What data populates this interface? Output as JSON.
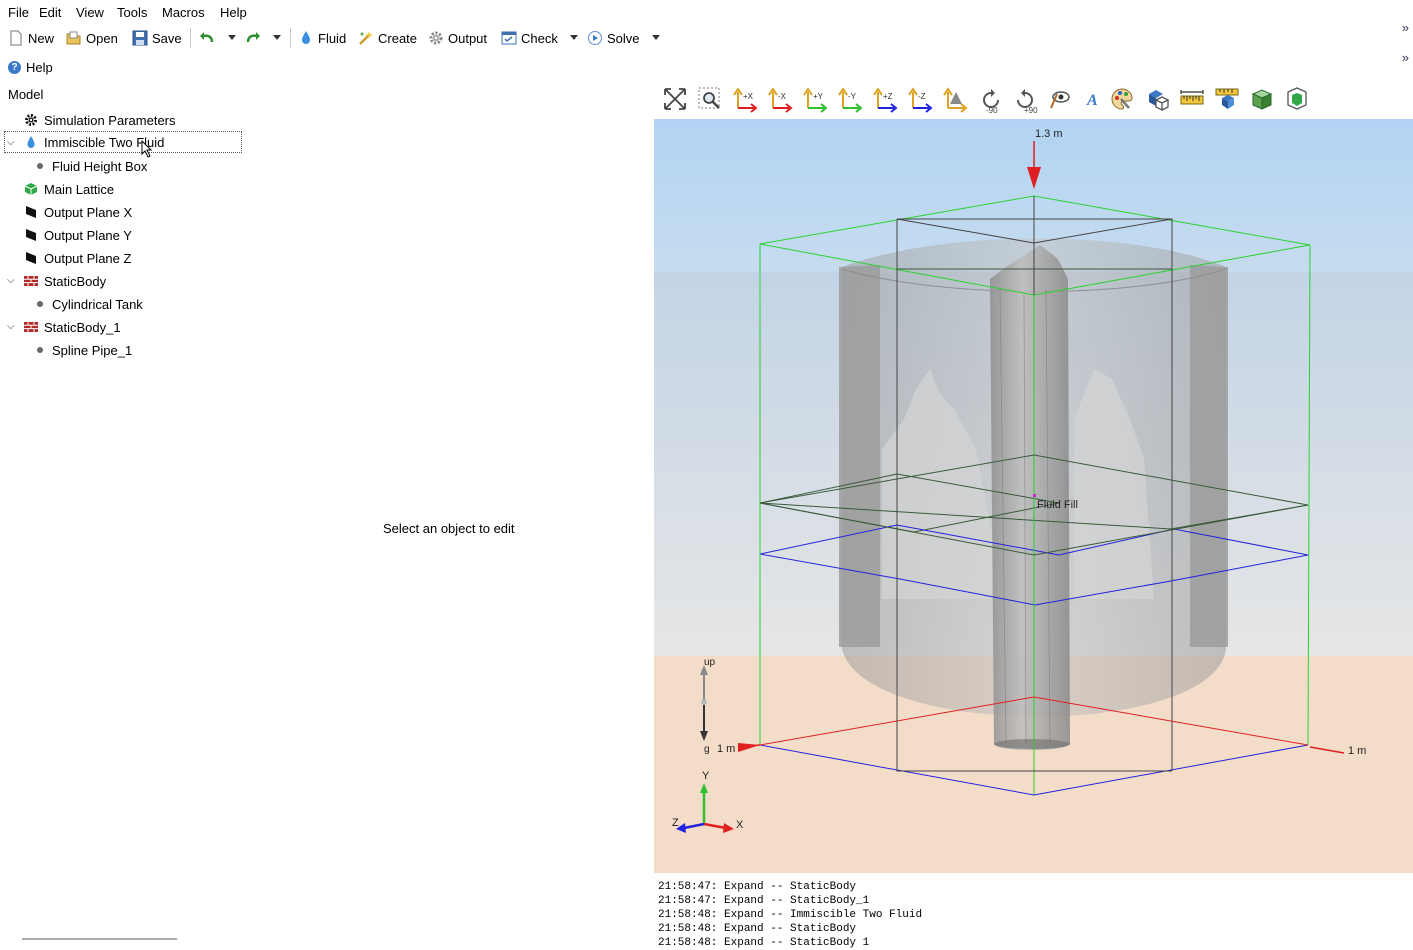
{
  "menu": [
    "File",
    "Edit",
    "View",
    "Tools",
    "Macros",
    "Help"
  ],
  "toolbar": {
    "new_label": "New",
    "open_label": "Open",
    "save_label": "Save",
    "fluid_label": "Fluid",
    "create_label": "Create",
    "output_label": "Output",
    "check_label": "Check",
    "solve_label": "Solve",
    "overflow": "»"
  },
  "help": {
    "label": "Help",
    "overflow": "»"
  },
  "model": {
    "label": "Model",
    "nodes": [
      {
        "label": "Simulation Parameters",
        "icon": "gear-icon"
      },
      {
        "label": "Immiscible Two Fluid",
        "icon": "droplet-icon",
        "selected": true
      },
      {
        "label": "Fluid Height Box",
        "icon": "bullet-icon"
      },
      {
        "label": "Main Lattice",
        "icon": "cube-icon"
      },
      {
        "label": "Output Plane X",
        "icon": "plane-icon"
      },
      {
        "label": "Output Plane Y",
        "icon": "plane-icon"
      },
      {
        "label": "Output Plane Z",
        "icon": "plane-icon"
      },
      {
        "label": "StaticBody",
        "icon": "brick-wall-icon"
      },
      {
        "label": "Cylindrical Tank",
        "icon": "bullet-icon"
      },
      {
        "label": "StaticBody_1",
        "icon": "brick-wall-icon"
      },
      {
        "label": "Spline Pipe_1",
        "icon": "bullet-icon"
      }
    ]
  },
  "editor": {
    "placeholder": "Select an object to edit"
  },
  "viewer_toolbar": [
    "fit-all-icon",
    "zoom-window-icon",
    "view-plus-x-icon",
    "view-minus-x-icon",
    "view-plus-y-icon",
    "view-minus-y-icon",
    "view-plus-z-icon",
    "view-minus-z-icon",
    "isometric-view-icon",
    "rotate-minus-90-icon",
    "rotate-plus-90-icon",
    "visibility-icon",
    "text-label-icon",
    "palette-icon",
    "bounding-box-icon",
    "ruler-icon",
    "measure-icon",
    "solid-view-icon",
    "transparent-view-icon"
  ],
  "viewport": {
    "top_label": "1.3 m",
    "left_label": "1 m",
    "right_label": "1 m",
    "fluid_label": "Fluid Fill",
    "gravity_up": "up",
    "gravity_g": "g",
    "axis_x": "X",
    "axis_y": "Y",
    "axis_z": "Z",
    "rotate_minus": "-90",
    "rotate_plus": "+90",
    "colors": {
      "sky": "#b3d3f2",
      "wall": "#c7d3e0",
      "floor": "#f3dcc8",
      "tank": "#a8a8a8"
    }
  },
  "log": [
    "21:58:47: Expand -- StaticBody",
    "21:58:47: Expand -- StaticBody_1",
    "21:58:48: Expand -- Immiscible Two Fluid",
    "21:58:48: Expand -- StaticBody",
    "21:58:48: Expand -- StaticBody 1"
  ]
}
